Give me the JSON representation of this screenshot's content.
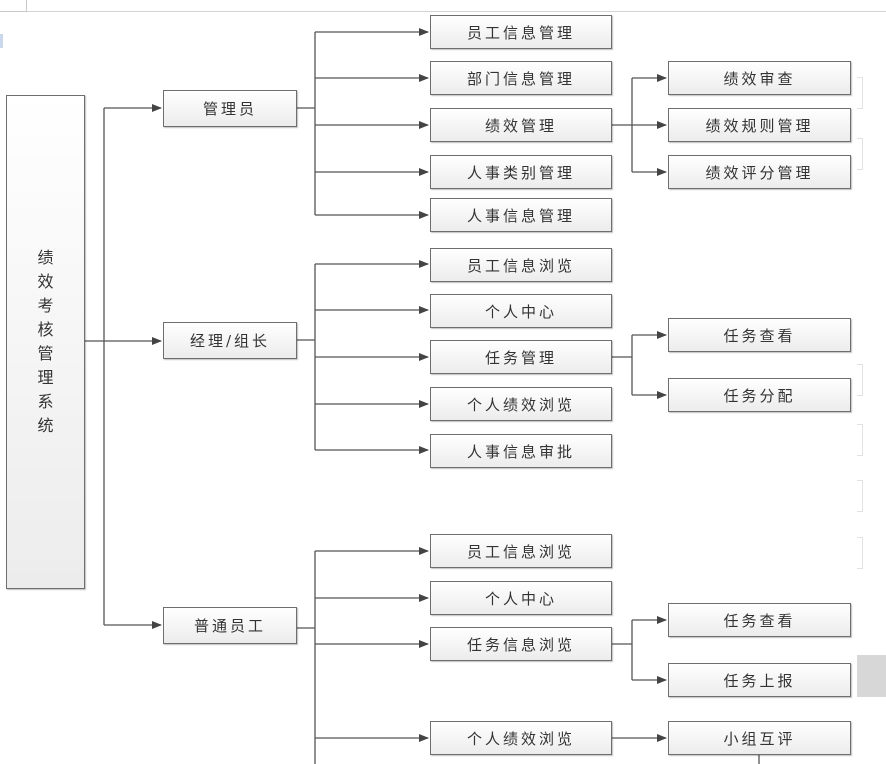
{
  "diagram": {
    "root": {
      "label": "绩效考核管理系统",
      "chars": [
        "绩",
        "效",
        "考",
        "核",
        "管",
        "理",
        "系",
        "统"
      ]
    },
    "roles": [
      {
        "label": "管理员",
        "children": [
          {
            "label": "员工信息管理"
          },
          {
            "label": "部门信息管理"
          },
          {
            "label": "绩效管理",
            "children": [
              {
                "label": "绩效审查"
              },
              {
                "label": "绩效规则管理"
              },
              {
                "label": "绩效评分管理"
              }
            ]
          },
          {
            "label": "人事类别管理"
          },
          {
            "label": "人事信息管理"
          }
        ]
      },
      {
        "label": "经理/组长",
        "children": [
          {
            "label": "员工信息浏览"
          },
          {
            "label": "个人中心"
          },
          {
            "label": "任务管理",
            "children": [
              {
                "label": "任务查看"
              },
              {
                "label": "任务分配"
              }
            ]
          },
          {
            "label": "个人绩效浏览"
          },
          {
            "label": "人事信息审批"
          }
        ]
      },
      {
        "label": "普通员工",
        "children": [
          {
            "label": "员工信息浏览"
          },
          {
            "label": "个人中心"
          },
          {
            "label": "任务信息浏览",
            "children": [
              {
                "label": "任务查看"
              },
              {
                "label": "任务上报"
              }
            ]
          },
          {
            "label": "个人绩效浏览",
            "children": [
              {
                "label": "小组互评"
              }
            ]
          }
        ]
      }
    ]
  },
  "colors": {
    "line": "#555555",
    "border": "#6e6e6e",
    "text": "#333333"
  }
}
